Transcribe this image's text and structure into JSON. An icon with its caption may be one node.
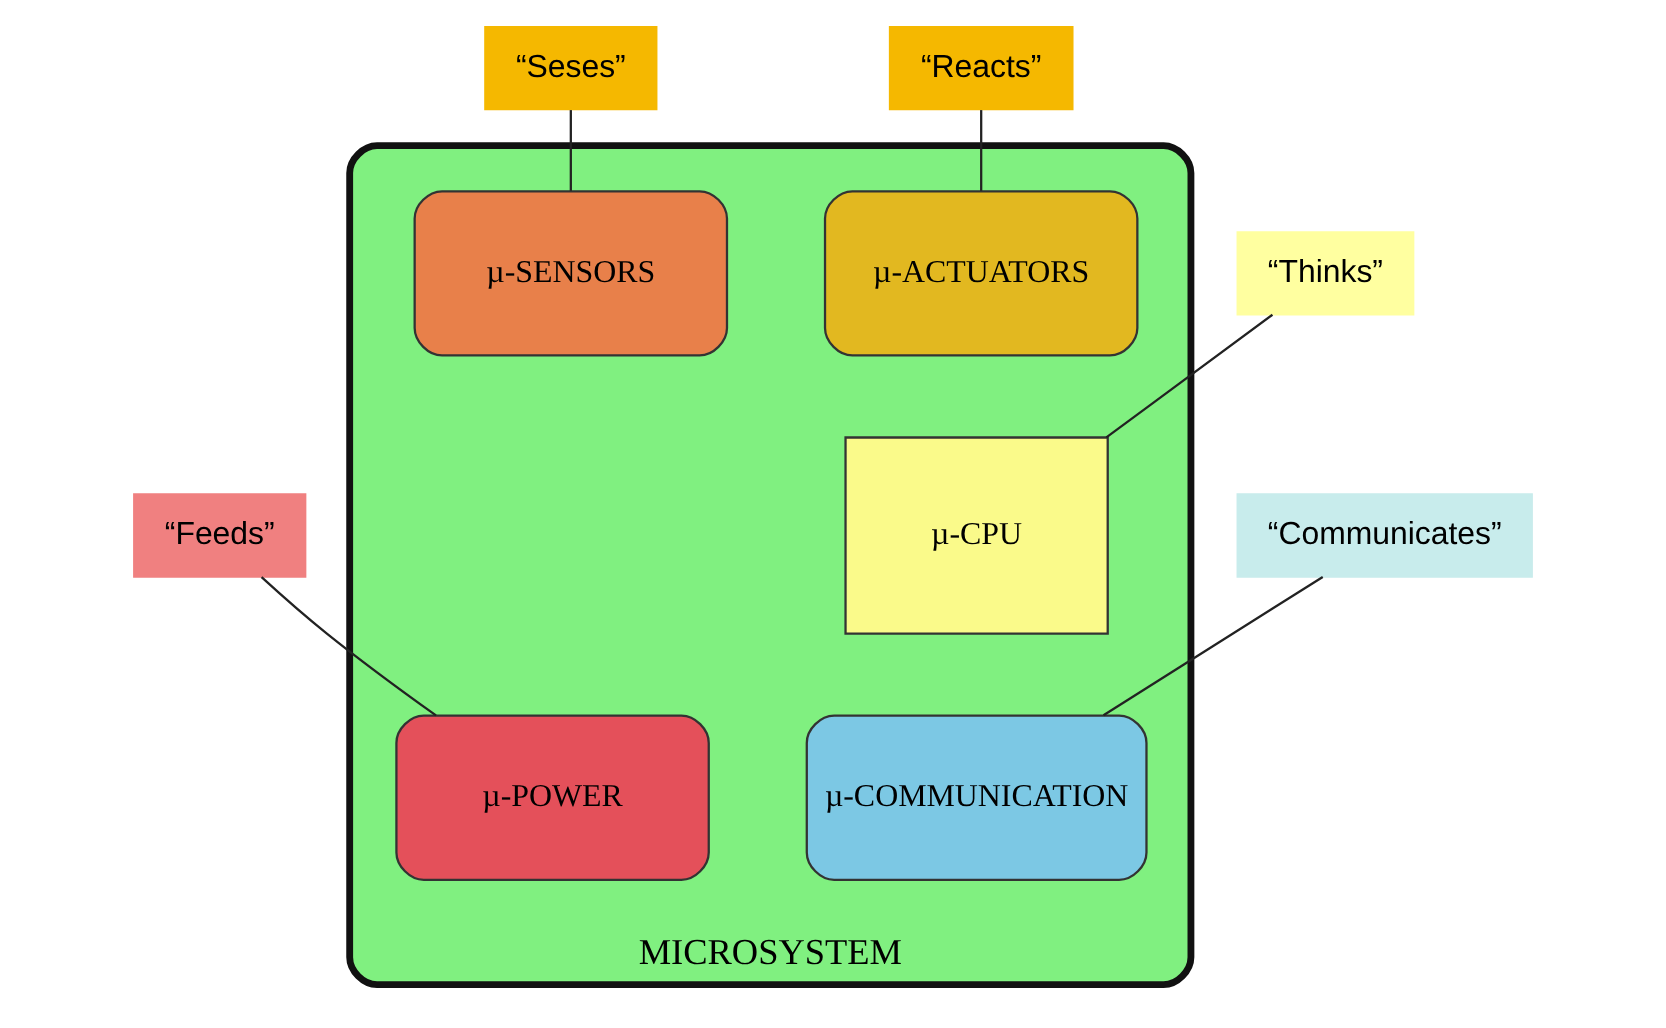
{
  "diagram": {
    "nodes": [
      {
        "text": [
          "MICROSYSTEM"
        ]
      },
      {
        "text": [
          "“Seses”"
        ]
      },
      {
        "text": [
          "“Reacts”"
        ]
      },
      {
        "text": [
          "µ-SENSORS"
        ],
        "in": 0
      },
      {
        "text": [
          "µ-ACTUATORS"
        ],
        "in": 0
      },
      {
        "text": [
          "“Thinks”"
        ]
      },
      {
        "text": [
          "µ-CPU"
        ],
        "in": 0
      },
      {
        "text": [
          "“Feeds”"
        ]
      },
      {
        "text": [
          "“Communicates”"
        ]
      },
      {
        "text": [
          "µ-POWER"
        ],
        "in": 0
      },
      {
        "text": [
          "µ-COMMUNICATION"
        ],
        "in": 0
      }
    ],
    "edges": [
      {
        "from": 1,
        "to": 3,
        "arrow": "none"
      },
      {
        "from": 2,
        "to": 4,
        "arrow": "none"
      },
      {
        "from": 5,
        "to": 6,
        "arrow": "none"
      },
      {
        "from": 7,
        "to": 9,
        "arrow": "none"
      },
      {
        "from": 8,
        "to": 10,
        "arrow": "none"
      }
    ]
  }
}
